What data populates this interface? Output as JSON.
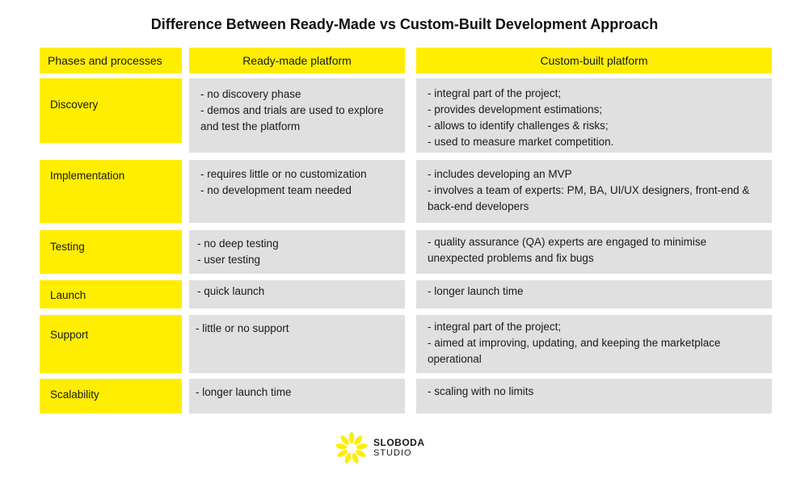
{
  "title": "Difference Between Ready-Made vs Custom-Built Development Approach",
  "headers": {
    "phases": "Phases and processes",
    "ready": "Ready-made platform",
    "custom": "Custom-built platform"
  },
  "rows": [
    {
      "phase": "Discovery",
      "ready": [
        "- no discovery phase",
        "- demos and trials are used to explore and test the platform"
      ],
      "custom": [
        "- integral part of the project;",
        "- provides development estimations;",
        "- allows to identify challenges & risks;",
        "- used to measure market competition."
      ]
    },
    {
      "phase": "Implementation",
      "ready": [
        "- requires little or no customization",
        "- no development team needed"
      ],
      "custom": [
        "- includes developing an MVP",
        "- involves a team of experts: PM, BA, UI/UX designers, front-end & back-end developers"
      ]
    },
    {
      "phase": "Testing",
      "ready": [
        "- no deep testing",
        "- user testing"
      ],
      "custom": [
        "- quality assurance (QA) experts are engaged to minimise unexpected problems and fix bugs"
      ]
    },
    {
      "phase": "Launch",
      "ready": [
        "- quick launch"
      ],
      "custom": [
        "- longer launch time"
      ]
    },
    {
      "phase": "Support",
      "ready": [
        "- little or no support"
      ],
      "custom": [
        "- integral part of the project;",
        "- aimed at improving, updating, and keeping the marketplace operational"
      ]
    },
    {
      "phase": "Scalability",
      "ready": [
        "- longer launch time"
      ],
      "custom": [
        "- scaling with no limits"
      ]
    }
  ],
  "logo": {
    "name": "SLOBODA",
    "sub": "STUDIO",
    "icon": "sun-burst-logo"
  },
  "colors": {
    "accent_yellow": "#ffee00",
    "cell_gray": "#e0e0e0",
    "text": "#111111"
  }
}
